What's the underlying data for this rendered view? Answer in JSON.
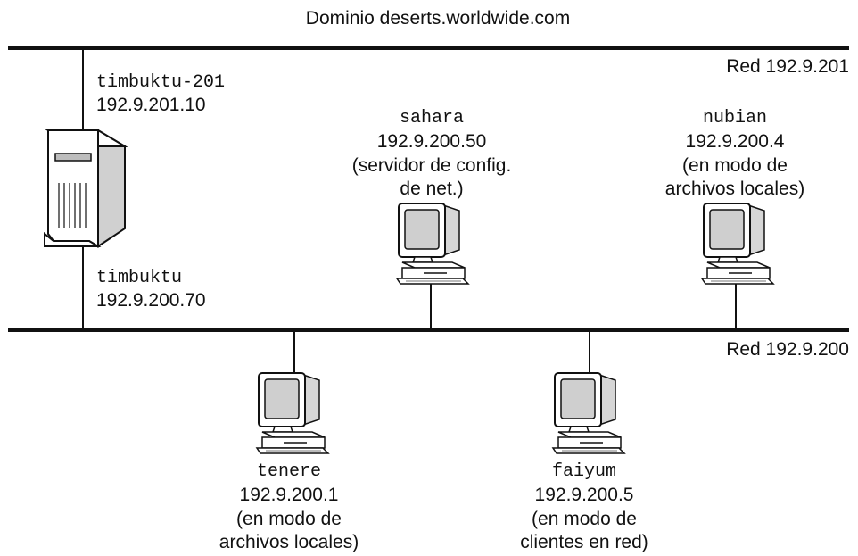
{
  "title": "Dominio deserts.worldwide.com",
  "networks": {
    "top": "Red 192.9.201",
    "bottom": "Red 192.9.200"
  },
  "router": {
    "name_upper": "timbuktu-201",
    "ip_upper": "192.9.201.10",
    "name_lower": "timbuktu",
    "ip_lower": "192.9.200.70"
  },
  "hosts": {
    "sahara": {
      "name": "sahara",
      "ip": "192.9.200.50",
      "line1": "(servidor de config.",
      "line2": "de net.)"
    },
    "nubian": {
      "name": "nubian",
      "ip": "192.9.200.4",
      "line1": "(en modo de",
      "line2": "archivos locales)"
    },
    "tenere": {
      "name": "tenere",
      "ip": "192.9.200.1",
      "line1": "(en modo de",
      "line2": "archivos locales)"
    },
    "faiyum": {
      "name": "faiyum",
      "ip": "192.9.200.5",
      "line1": "(en modo de",
      "line2": "clientes en red)"
    }
  }
}
